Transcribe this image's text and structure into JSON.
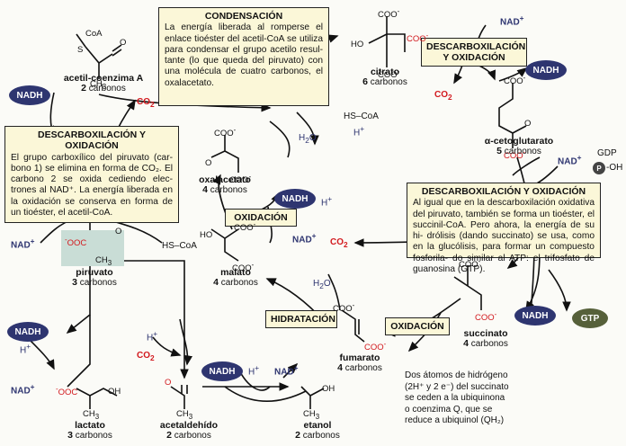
{
  "condensation": {
    "title": "CONDENSACIÓN",
    "lines": [
      "La energía liberada al romperse el",
      "enlace tioéster del acetil-CoA se utiliza",
      "para condensar el grupo acetilo resul-",
      "tante (lo que queda del piruvato) con",
      "una molécula de cuatro carbonos, el oxalacetato."
    ]
  },
  "decarb1": {
    "title": "DESCARBOXILACIÓN Y OXIDACIÓN",
    "lines": [
      "El grupo carboxílico del piruvato (car-",
      "bono 1) se elimina en forma de CO₂.",
      "El carbono 2 se oxida cediendo elec-",
      "trones al NAD⁺. La energía liberada",
      "en la oxidación se conserva en forma",
      "de un tioéster, el acetil-CoA."
    ]
  },
  "decarb2": {
    "title": "DESCARBOXILACIÓN Y OXIDACIÓN"
  },
  "decarb3": {
    "title": "DESCARBOXILACIÓN Y OXIDACIÓN",
    "lines": [
      "Al igual que en la descarboxilación oxidativa",
      "del piruvato, también se forma un tioéster, el",
      "succinil-CoA. Pero ahora, la energía de su hi-",
      "drólisis (dando succinato) se usa, como en la",
      "glucólisis, para formar un compuesto fosforila-",
      "do similar al ATP: el trifosfato de guanosina (GTP)."
    ]
  },
  "labels": {
    "oxidacion1": "OXIDACIÓN",
    "hidratacion": "HIDRATACIÓN",
    "oxidacion2": "OXIDACIÓN"
  },
  "molecules": {
    "acetilcoa": {
      "name": "acetil-coenzima A",
      "n": "2",
      "unit": "carbonos"
    },
    "citrato": {
      "name": "citrato",
      "n": "6",
      "unit": "carbonos"
    },
    "cetoglutarato": {
      "name": "α-cetoglutarato",
      "n": "5",
      "unit": "carbonos"
    },
    "oxalacetato": {
      "name": "oxalacetato",
      "n": "4",
      "unit": "carbonos"
    },
    "malato": {
      "name": "malato",
      "n": "4",
      "unit": "carbonos"
    },
    "fumarato": {
      "name": "fumarato",
      "n": "4",
      "unit": "carbonos"
    },
    "succinato": {
      "name": "succinato",
      "n": "4",
      "unit": "carbonos"
    },
    "piruvato": {
      "name": "piruvato",
      "n": "3",
      "unit": "carbonos"
    },
    "lactato": {
      "name": "lactato",
      "n": "3",
      "unit": "carbonos"
    },
    "acetaldehido": {
      "name": "acetaldehído",
      "n": "2",
      "unit": "carbonos"
    },
    "etanol": {
      "name": "etanol",
      "n": "2",
      "unit": "carbonos"
    }
  },
  "chem": {
    "nadh": "NADH",
    "nad": "NAD",
    "co2": "CO",
    "h2o": "H",
    "hscoa": "HS–CoA",
    "h": "H",
    "gdp": "GDP",
    "gtp": "GTP",
    "p": "P",
    "oh": "-OH",
    "coa": "CoA",
    "s": "S",
    "coo": "COO",
    "ooc": "OOC",
    "ho": "HO",
    "oh2": "OH",
    "o": "O",
    "ch3": "CH"
  },
  "note": {
    "lines": [
      "Dos átomos de hidrógeno",
      "(2H⁺ y 2 e⁻) del succinato",
      "se ceden a la ubiquinona",
      "o coenzima Q, que se",
      "reduce a ubiquinol (QH₂)"
    ]
  },
  "colors": {
    "navy": "#2e3570",
    "red": "#d2191e",
    "box": "#fbf7d8",
    "olive": "#56603a",
    "pyruvate_bg": "#c9ddd6"
  }
}
